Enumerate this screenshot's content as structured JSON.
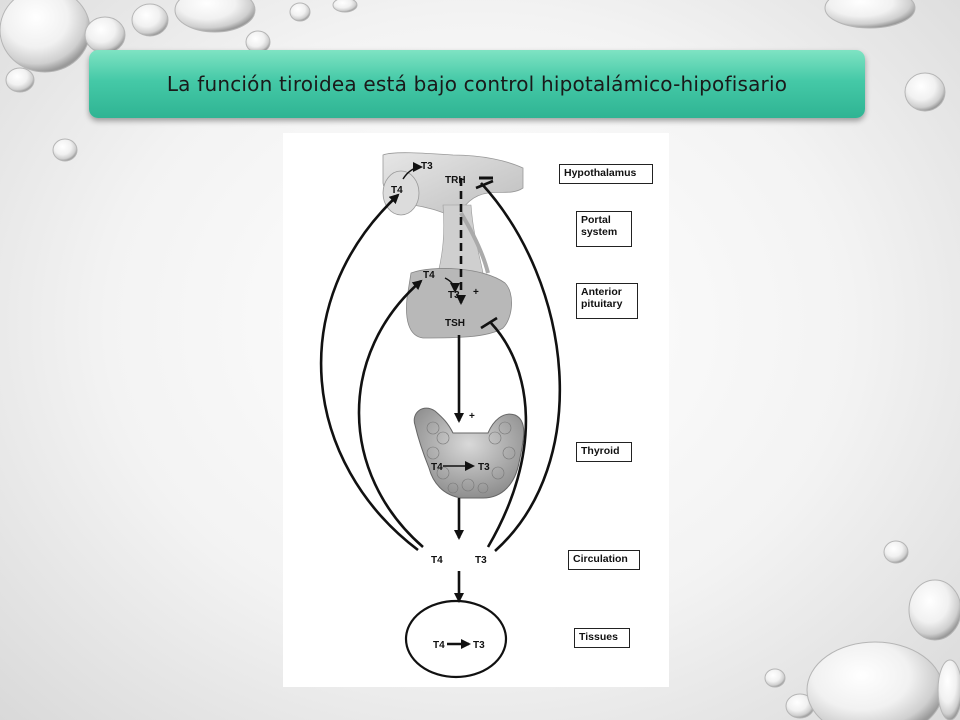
{
  "slide": {
    "title": "La función tiroidea está bajo control hipotalámico-hipofisario"
  },
  "diagram": {
    "labels": {
      "hypothalamus": "Hypothalamus",
      "portal_system": "Portal system",
      "anterior_pituitary": "Anterior pituitary",
      "thyroid": "Thyroid",
      "circulation": "Circulation",
      "tissues": "Tissues"
    },
    "hormones": {
      "trh": "TRH",
      "tsh": "TSH",
      "t4_hypo": "T4",
      "t3_hypo": "T3",
      "t4_pit": "T4",
      "t3_pit": "T3",
      "t4_thyroid": "T4",
      "t3_thyroid": "T3",
      "t4_circ": "T4",
      "t3_circ": "T3",
      "t4_tissue": "T4",
      "t3_tissue": "T3"
    },
    "signs": {
      "plus_pit": "+",
      "plus_thyroid": "+"
    }
  }
}
